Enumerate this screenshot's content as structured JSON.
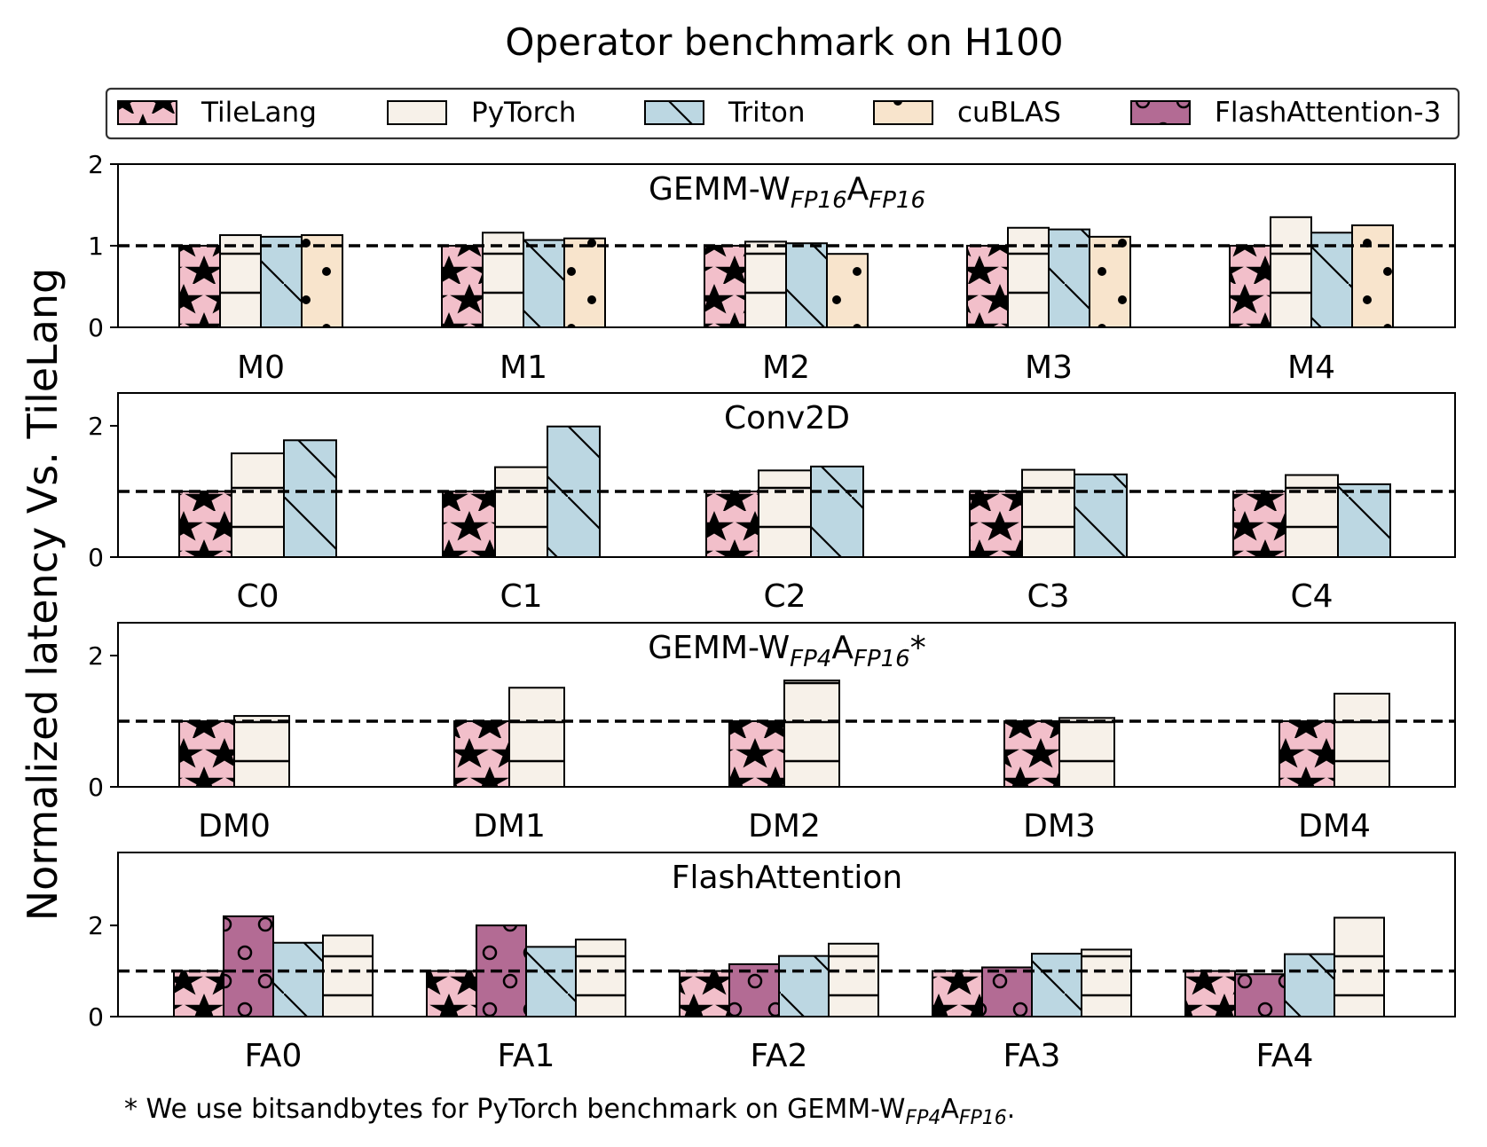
{
  "title": "Operator benchmark on H100",
  "ylabel": "Normalized latency Vs. TileLang",
  "footnote": {
    "prefix": "* We use bitsandbytes for PyTorch benchmark on GEMM-W",
    "sub1": "FP4",
    "mid": "A",
    "sub2": "FP16",
    "suffix": "."
  },
  "legend": [
    {
      "name": "TileLang",
      "color": "#f2bfca",
      "pattern": "star"
    },
    {
      "name": "PyTorch",
      "color": "#f7f1e9",
      "pattern": "hline"
    },
    {
      "name": "Triton",
      "color": "#bcd7e2",
      "pattern": "diag"
    },
    {
      "name": "cuBLAS",
      "color": "#f8e4cc",
      "pattern": "dot"
    },
    {
      "name": "FlashAttention-3",
      "color": "#b36b94",
      "pattern": "circle"
    }
  ],
  "chart_data": [
    {
      "type": "bar",
      "title": {
        "main": "GEMM-W",
        "sub1": "FP16",
        "mid": "A",
        "sub2": "FP16",
        "tail": ""
      },
      "categories": [
        "M0",
        "M1",
        "M2",
        "M3",
        "M4"
      ],
      "ylim": [
        0,
        2
      ],
      "yticks": [
        "0",
        "1",
        "2"
      ],
      "reference_line": 1,
      "series": [
        {
          "name": "TileLang",
          "values": [
            1,
            1,
            1,
            1,
            1
          ]
        },
        {
          "name": "PyTorch",
          "values": [
            1.13,
            1.16,
            1.05,
            1.22,
            1.35
          ]
        },
        {
          "name": "Triton",
          "values": [
            1.11,
            1.07,
            1.03,
            1.2,
            1.16
          ]
        },
        {
          "name": "cuBLAS",
          "values": [
            1.13,
            1.09,
            0.9,
            1.11,
            1.25
          ]
        }
      ]
    },
    {
      "type": "bar",
      "title": {
        "main": "Conv2D",
        "sub1": "",
        "mid": "",
        "sub2": "",
        "tail": ""
      },
      "categories": [
        "C0",
        "C1",
        "C2",
        "C3",
        "C4"
      ],
      "ylim": [
        0,
        2.5
      ],
      "yticks": [
        "0",
        "2"
      ],
      "reference_line": 1,
      "series": [
        {
          "name": "TileLang",
          "values": [
            1,
            1,
            1,
            1,
            1
          ]
        },
        {
          "name": "PyTorch",
          "values": [
            1.58,
            1.37,
            1.32,
            1.33,
            1.25
          ]
        },
        {
          "name": "Triton",
          "values": [
            1.78,
            1.99,
            1.38,
            1.26,
            1.11
          ]
        }
      ]
    },
    {
      "type": "bar",
      "title": {
        "main": "GEMM-W",
        "sub1": "FP4",
        "mid": "A",
        "sub2": "FP16",
        "tail": "*"
      },
      "categories": [
        "DM0",
        "DM1",
        "DM2",
        "DM3",
        "DM4"
      ],
      "ylim": [
        0,
        2.5
      ],
      "yticks": [
        "0",
        "2"
      ],
      "reference_line": 1,
      "series": [
        {
          "name": "TileLang",
          "values": [
            1,
            1,
            1,
            1,
            1
          ]
        },
        {
          "name": "PyTorch",
          "values": [
            1.08,
            1.51,
            1.62,
            1.05,
            1.42
          ]
        }
      ]
    },
    {
      "type": "bar",
      "title": {
        "main": "FlashAttention",
        "sub1": "",
        "mid": "",
        "sub2": "",
        "tail": ""
      },
      "categories": [
        "FA0",
        "FA1",
        "FA2",
        "FA3",
        "FA4"
      ],
      "ylim": [
        0,
        3.6
      ],
      "yticks": [
        "0",
        "2"
      ],
      "reference_line": 1,
      "series": [
        {
          "name": "TileLang",
          "values": [
            1,
            1,
            1,
            1,
            1
          ]
        },
        {
          "name": "FlashAttention-3",
          "values": [
            2.2,
            2.0,
            1.15,
            1.08,
            0.93
          ]
        },
        {
          "name": "Triton",
          "values": [
            1.62,
            1.53,
            1.33,
            1.38,
            1.37
          ]
        },
        {
          "name": "PyTorch",
          "values": [
            1.78,
            1.69,
            1.6,
            1.47,
            2.17
          ]
        }
      ]
    }
  ]
}
